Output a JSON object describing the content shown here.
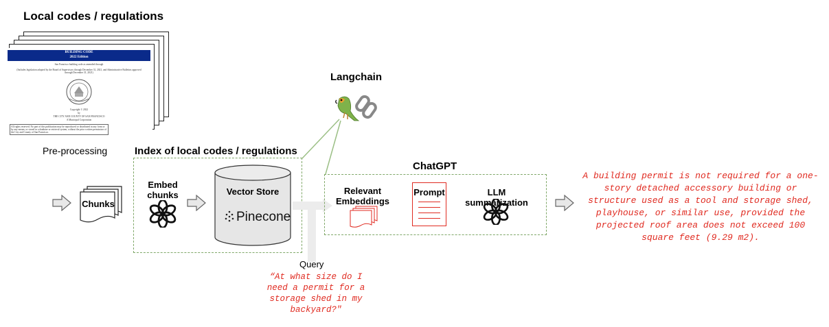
{
  "document": {
    "heading": "Local codes / regulations",
    "code_title": "BUILDING CODE",
    "code_edition": "2022 Edition",
    "subtitle_line": "San Francisco building code as amended through",
    "small_line": "(Includes legislation adopted by the Board of Supervisors through December 31, 2021, and Administrative Bulletins approved through December 31, 2021)",
    "copyright": "Copyright © 2022",
    "by": "by",
    "owner": "THE CITY AND COUNTY OF SAN FRANCISCO",
    "publisher": "A Municipal Corporation",
    "rights": "All rights reserved. No part of this publication may be reproduced or distributed in any form or by any means, or stored in a database or retrieval system, without the prior written permission of the City and County of San Francisco."
  },
  "preprocessing_label": "Pre-processing",
  "chunks_label": "Chunks",
  "index": {
    "title": "Index of local codes / regulations",
    "embed_label": "Embed chunks",
    "vector_store_label": "Vector Store",
    "pinecone_label": "Pinecone"
  },
  "langchain_label": "Langchain",
  "chatgpt": {
    "title": "ChatGPT",
    "relevant_label": "Relevant Embeddings",
    "prompt_label": "Prompt",
    "llm_label": "LLM summarization"
  },
  "query": {
    "label": "Query",
    "text": "“At what size do I need a permit for a storage shed in my backyard?\""
  },
  "answer": "A building permit is not required for a one-story detached accessory building or structure used as a tool and storage shed, playhouse, or similar use, provided the projected roof area does not exceed 100 square feet (9.29 m2).",
  "colors": {
    "accent_red": "#e02a20",
    "dash_green": "#7fa767",
    "header_blue": "#0a2a8a",
    "arrow_fill": "#e8e8e8",
    "arrow_stroke": "#666666"
  },
  "icons": {
    "openai": "openai-logo-icon",
    "pinecone": "pinecone-logo-icon",
    "langchain": "parrot-chain-icon",
    "database": "cylinder-database-icon",
    "document": "document-stack-icon"
  }
}
